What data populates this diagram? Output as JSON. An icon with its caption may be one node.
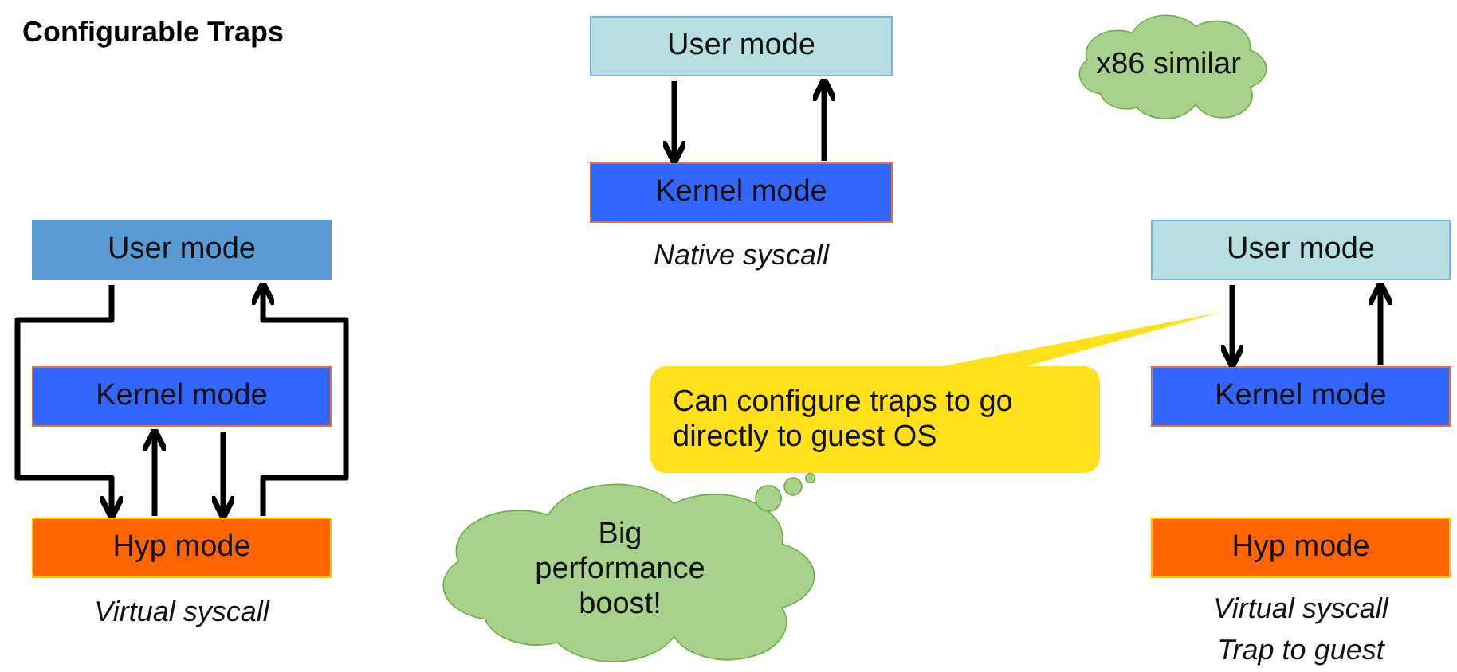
{
  "diagram": {
    "title": "Configurable Traps",
    "nodes": [
      {
        "text": [
          "User mode"
        ]
      },
      {
        "text": [
          "Kernel mode"
        ],
        "beside": [
          "Native syscall"
        ]
      },
      {
        "text": [
          "x86 similar"
        ]
      },
      {
        "text": [
          "User mode"
        ]
      },
      {
        "text": [
          "Kernel mode"
        ]
      },
      {
        "text": [
          "Hyp mode"
        ],
        "beside": [
          "Virtual syscall"
        ]
      },
      {
        "text": [
          "Can configure traps to go directly to guest OS"
        ]
      },
      {
        "text": [
          "Big performance boost!"
        ]
      },
      {
        "text": [
          "User mode"
        ]
      },
      {
        "text": [
          "Kernel mode"
        ]
      },
      {
        "text": [
          "Hyp mode"
        ],
        "beside": [
          "Virtual syscall",
          "Trap to guest"
        ]
      }
    ],
    "edges": [
      {
        "from": 0,
        "to": 1,
        "arrow": "to"
      },
      {
        "from": 1,
        "to": 0,
        "arrow": "to"
      },
      {
        "from": 3,
        "to": 5,
        "arrow": "to"
      },
      {
        "from": 5,
        "to": 4,
        "arrow": "to"
      },
      {
        "from": 4,
        "to": 5,
        "arrow": "to"
      },
      {
        "from": 5,
        "to": 3,
        "arrow": "to"
      },
      {
        "from": 8,
        "to": 9,
        "arrow": "to"
      },
      {
        "from": 9,
        "to": 8,
        "arrow": "to"
      },
      {
        "from": 6,
        "to": 8,
        "arrow": "none",
        "color": "#ffe01a"
      },
      {
        "from": 7,
        "to": 6,
        "arrow": "none",
        "color": "#a9d18e"
      }
    ]
  }
}
